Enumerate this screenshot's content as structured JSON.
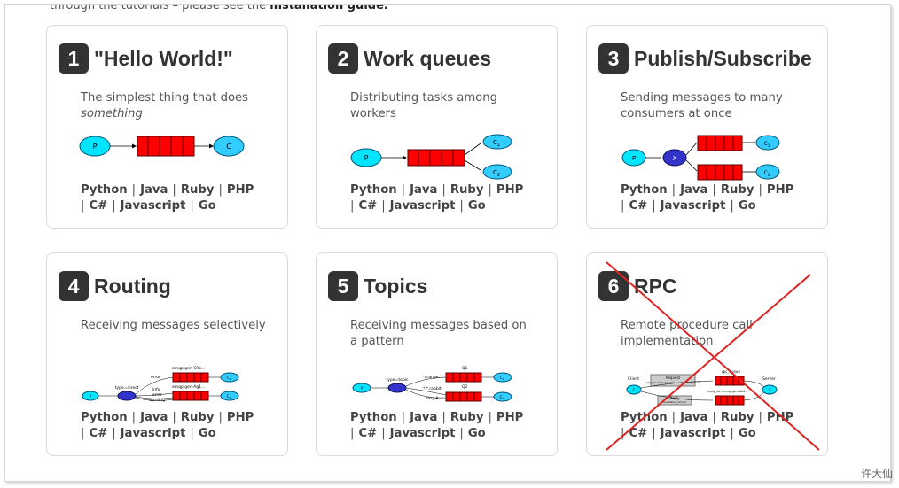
{
  "intro": {
    "text": "through the tutorials – please see the ",
    "link": "installation guide."
  },
  "cards": [
    {
      "num": "1",
      "title": "\"Hello World!\"",
      "desc": "The simplest thing that does",
      "desc_em": "something",
      "diagram": {
        "producer": "P",
        "consumer": "C"
      },
      "langs": [
        "Python",
        "Java",
        "Ruby",
        "PHP",
        "C#",
        "Javascript",
        "Go"
      ]
    },
    {
      "num": "2",
      "title": "Work queues",
      "desc": "Distributing tasks among workers",
      "diagram": {
        "producer": "P",
        "consumers": [
          "C",
          "C"
        ],
        "subs": [
          "1",
          "2"
        ]
      },
      "langs": [
        "Python",
        "Java",
        "Ruby",
        "PHP",
        "C#",
        "Javascript",
        "Go"
      ]
    },
    {
      "num": "3",
      "title": "Publish/Subscribe",
      "desc": "Sending messages to many consumers at once",
      "diagram": {
        "producer": "P",
        "exchange": "X",
        "consumers": [
          "C",
          "C"
        ],
        "subs": [
          "1",
          "2"
        ]
      },
      "langs": [
        "Python",
        "Java",
        "Ruby",
        "PHP",
        "C#",
        "Javascript",
        "Go"
      ]
    },
    {
      "num": "4",
      "title": "Routing",
      "desc": "Receiving messages selectively",
      "diagram": {
        "producer": "P",
        "exchange": "X",
        "exchange_label": "type=direct",
        "queue_labels": [
          "amqp.gen-S9b...",
          "amqp.gen-Ag1..."
        ],
        "bindings": [
          "error",
          "info",
          "error",
          "warning"
        ],
        "consumers": [
          "C",
          "C"
        ],
        "subs": [
          "1",
          "2"
        ]
      },
      "langs": [
        "Python",
        "Java",
        "Ruby",
        "PHP",
        "C#",
        "Javascript",
        "Go"
      ]
    },
    {
      "num": "5",
      "title": "Topics",
      "desc": "Receiving messages based on a pattern",
      "diagram": {
        "producer": "P",
        "exchange": "X",
        "exchange_label": "type=topic",
        "queue_labels": [
          "Q1",
          "Q2"
        ],
        "bindings": [
          "*.orange.*",
          "*.*.rabbit",
          "lazy.#"
        ],
        "consumers": [
          "C",
          "C"
        ],
        "subs": [
          "1",
          "2"
        ]
      },
      "langs": [
        "Python",
        "Java",
        "Ruby",
        "PHP",
        "C#",
        "Javascript",
        "Go"
      ]
    },
    {
      "num": "6",
      "title": "RPC",
      "desc": "Remote procedure call implementation",
      "diagram": {
        "client": "Client",
        "server": "Server",
        "request": "Request",
        "request_detail": "reply_to=amqp.gen-Xa2... correlation_id=abc",
        "reply": "Reply",
        "reply_detail": "correlation_id=abc",
        "rpc_queue": "rpc_queue",
        "reply_queue": "reply_to=amqp.gen-Xa2...",
        "client_node": "C",
        "server_node": "S"
      },
      "langs": [
        "Python",
        "Java",
        "Ruby",
        "PHP",
        "C#",
        "Javascript",
        "Go"
      ]
    }
  ],
  "colors": {
    "node_fill": "#00e5ff",
    "node_stroke": "#0077a8",
    "consumer_fill": "#33ccff",
    "exchange_fill": "#3333cc",
    "queue_fill": "#ff0000",
    "cross": "#dd2222"
  },
  "watermark": "许大仙"
}
